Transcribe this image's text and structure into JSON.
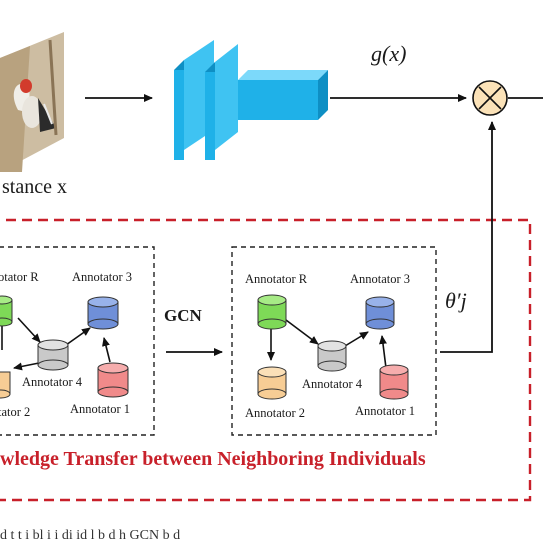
{
  "top_row": {
    "instance_label": "stance x",
    "feature_label": "g(x)",
    "operator_symbol": "×"
  },
  "left_graph": {
    "annotators": [
      "otator R",
      "Annotator 3",
      "Annotator 4",
      "tator 2",
      "Annotator 1"
    ]
  },
  "gcn_label": "GCN",
  "right_graph": {
    "annotators": [
      "Annotator R",
      "Annotator 3",
      "Annotator 4",
      "Annotator 2",
      "Annotator 1"
    ]
  },
  "theta_label": "θ′j",
  "transfer_title": "wledge Transfer between Neighboring Individuals",
  "caption_fragment": "d t t i bl i i di id l b d h GCN b d",
  "colors": {
    "accent_red": "#c8202a",
    "network_blue": "#1fb1e8",
    "cyl_green": "#7ed957",
    "cyl_blue": "#6f8fd8",
    "cyl_gray": "#c9c9c9",
    "cyl_orange": "#f7cd95",
    "cyl_red": "#f08a8a",
    "multiply_fill": "#fbe2b8"
  }
}
